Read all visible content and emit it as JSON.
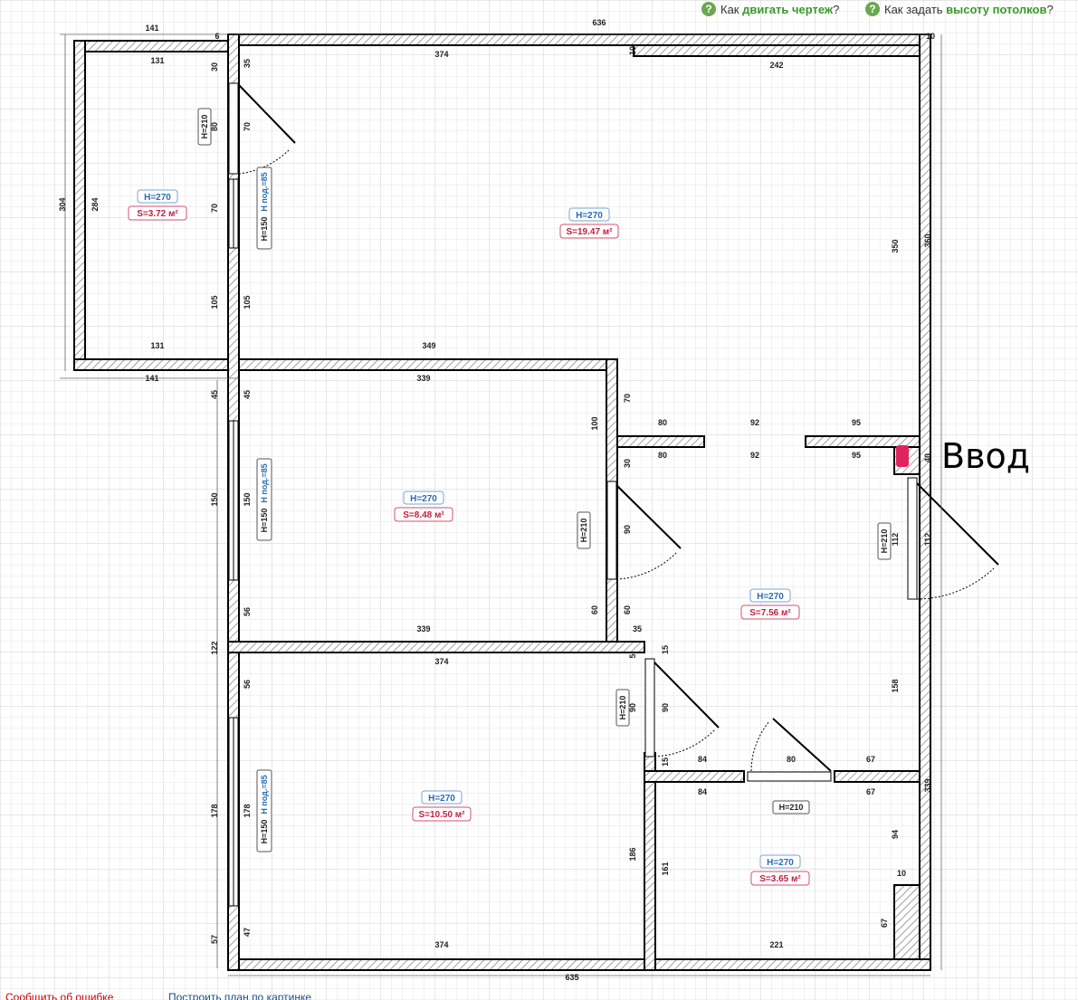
{
  "help": {
    "move": {
      "prefix": "Как ",
      "highlight": "двигать чертеж",
      "suffix": "?"
    },
    "height": {
      "prefix": "Как задать ",
      "highlight": "высоту потолков",
      "suffix": "?"
    }
  },
  "entry_label": "Ввод",
  "bottom": {
    "report": "Сообщить об ошибке",
    "build": "Построить план по картинке"
  },
  "rooms": [
    {
      "id": "room-left-top",
      "height": "H=270",
      "area": "S=3.72 м²"
    },
    {
      "id": "room-big",
      "height": "H=270",
      "area": "S=19.47 м²"
    },
    {
      "id": "room-middle-left",
      "height": "H=270",
      "area": "S=8.48 м²"
    },
    {
      "id": "room-hall",
      "height": "H=270",
      "area": "S=7.56 м²"
    },
    {
      "id": "room-bottom-left",
      "height": "H=270",
      "area": "S=10.50 м²"
    },
    {
      "id": "room-bottom-right",
      "height": "H=270",
      "area": "S=3.65 м²"
    }
  ],
  "door_labels": [
    "H=210",
    "H=210",
    "H=210",
    "H=210",
    "H=210"
  ],
  "window_labels": [
    {
      "a": "H=150",
      "b": "H под.=85"
    },
    {
      "a": "H=150",
      "b": "H под.=85"
    },
    {
      "a": "H=150",
      "b": "H под.=85"
    }
  ],
  "dims": [
    "141",
    "6",
    "636",
    "10",
    "131",
    "30",
    "35",
    "374",
    "10",
    "242",
    "304",
    "284",
    "80",
    "70",
    "70",
    "360",
    "350",
    "105",
    "105",
    "131",
    "349",
    "141",
    "339",
    "45",
    "45",
    "70",
    "100",
    "80",
    "92",
    "95",
    "80",
    "92",
    "95",
    "40",
    "30",
    "150",
    "150",
    "90",
    "112",
    "112",
    "60",
    "60",
    "56",
    "339",
    "35",
    "122",
    "374",
    "5",
    "15",
    "56",
    "90",
    "90",
    "84",
    "80",
    "67",
    "15",
    "158",
    "84",
    "67",
    "339",
    "178",
    "178",
    "186",
    "161",
    "94",
    "10",
    "57",
    "47",
    "374",
    "221",
    "67",
    "635"
  ]
}
